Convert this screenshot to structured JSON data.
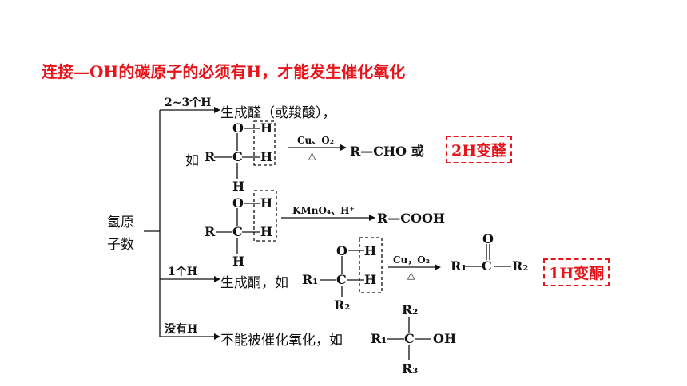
{
  "title": "连接—OH的碳原子的必须有H，才能发生催化氧化",
  "root_label": [
    "氢原",
    "子数"
  ],
  "branches": [
    {
      "label": "2~3个H",
      "text": "生成醛（或羧酸），",
      "example1": {
        "prefix": "如",
        "reagent": "Cu、O₂",
        "cond": "△",
        "product": "R—CHO 或",
        "highlight": "2H变醛"
      },
      "example2": {
        "reagent": "KMnO₄、H⁺",
        "product": "R—COOH"
      }
    },
    {
      "label": "1个H",
      "text": "生成酮，如",
      "reagent": "Cu，O₂",
      "cond": "△",
      "highlight": "1H变酮"
    },
    {
      "label": "没有H",
      "text": "不能被催化氧化，如"
    }
  ],
  "atoms": {
    "R": "R",
    "R1": "R₁",
    "R2": "R₂",
    "R3": "R₃",
    "C": "C",
    "H": "H",
    "O": "O",
    "OH": "OH"
  }
}
